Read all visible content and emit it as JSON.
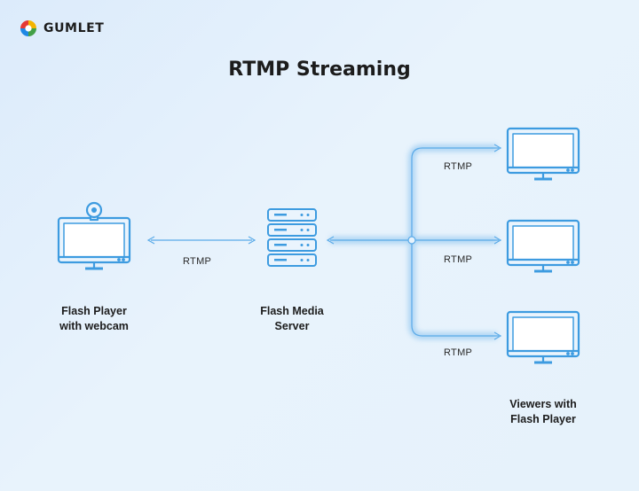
{
  "brand": {
    "name": "GUMLET",
    "colors": [
      "#f4b400",
      "#e53935",
      "#1e88e5",
      "#43a047"
    ]
  },
  "title": "RTMP Streaming",
  "accent_color": "#3d9be0",
  "nodes": {
    "source": {
      "caption_line1": "Flash Player",
      "caption_line2": "with webcam",
      "icon": "monitor-webcam-icon"
    },
    "server": {
      "caption_line1": "Flash Media",
      "caption_line2": "Server",
      "icon": "server-rack-icon"
    },
    "viewers": {
      "caption_line1": "Viewers with",
      "caption_line2": "Flash Player",
      "icon": "monitor-icon",
      "count": 3
    }
  },
  "links": {
    "source_to_server": "RTMP",
    "to_viewer_1": "RTMP",
    "to_viewer_2": "RTMP",
    "to_viewer_3": "RTMP"
  }
}
